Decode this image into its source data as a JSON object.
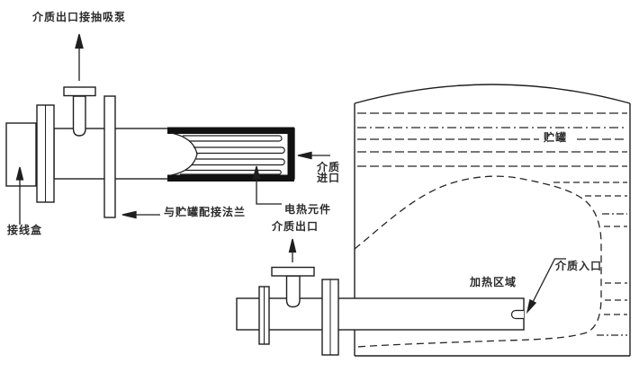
{
  "diagram": {
    "description": "immersion electric heater and storage tank schematic",
    "labels": {
      "pump_outlet": "介质出口接抽吸泵",
      "junction_box": "接线盒",
      "tank_mating_flange": "与贮罐配接法兰",
      "medium_inlet": "介质\n进口",
      "heating_element": "电热元件",
      "medium_outlet": "介质出口",
      "storage_tank": "贮罐",
      "heating_zone": "加热区域",
      "medium_inlet_tank": "介质入口"
    },
    "colors": {
      "line": "#1f1f1f",
      "text": "#2b2b2b",
      "background": "#ffffff"
    }
  }
}
